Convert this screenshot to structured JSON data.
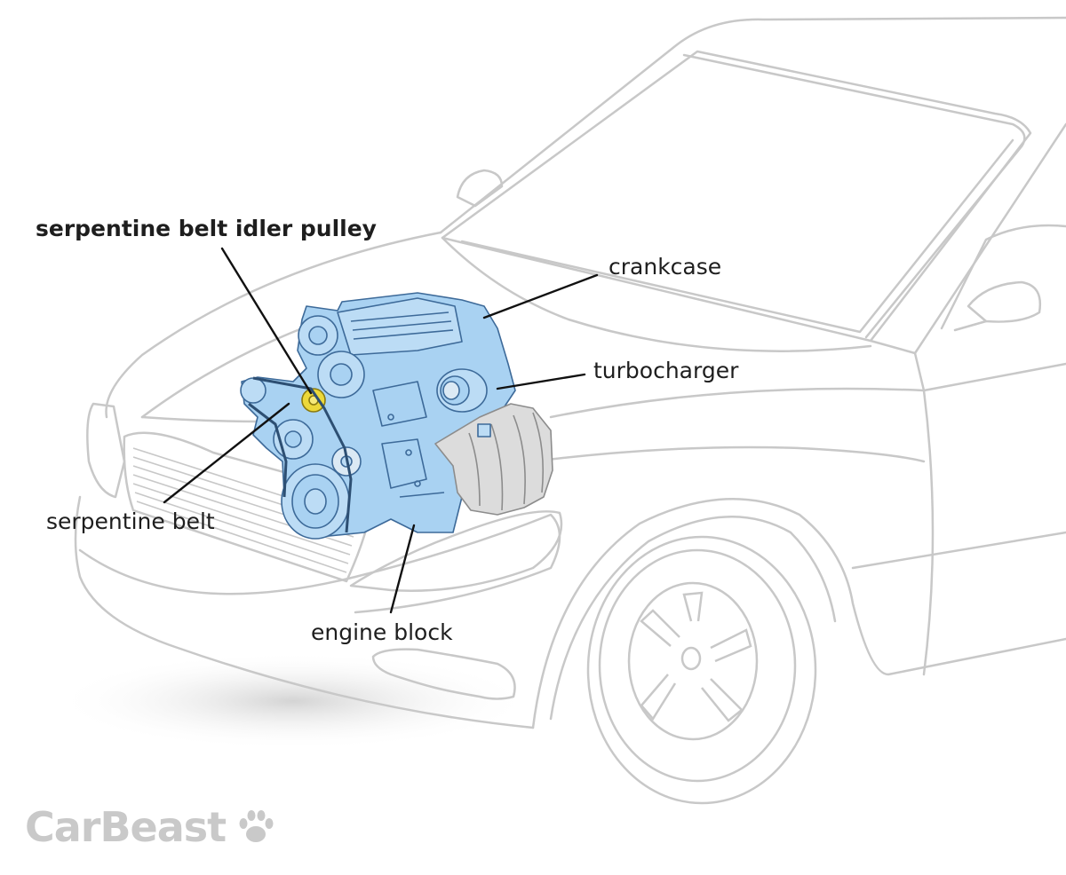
{
  "labels": {
    "idler_pulley": "serpentine belt idler pulley",
    "crankcase": "crankcase",
    "turbocharger": "turbocharger",
    "serpentine_belt": "serpentine belt",
    "engine_block": "engine block"
  },
  "brand": {
    "name": "CarBeast",
    "logo_icon": "paw-print-icon"
  },
  "colors": {
    "car_outline": "#c8c8c8",
    "engine_fill": "#a9d2f2",
    "engine_stroke": "#3d6a99",
    "idler_pulley": "#ecd83a",
    "manifold": "#dcdcdc",
    "leader_line": "#111111",
    "logo": "#c9c9c9"
  }
}
